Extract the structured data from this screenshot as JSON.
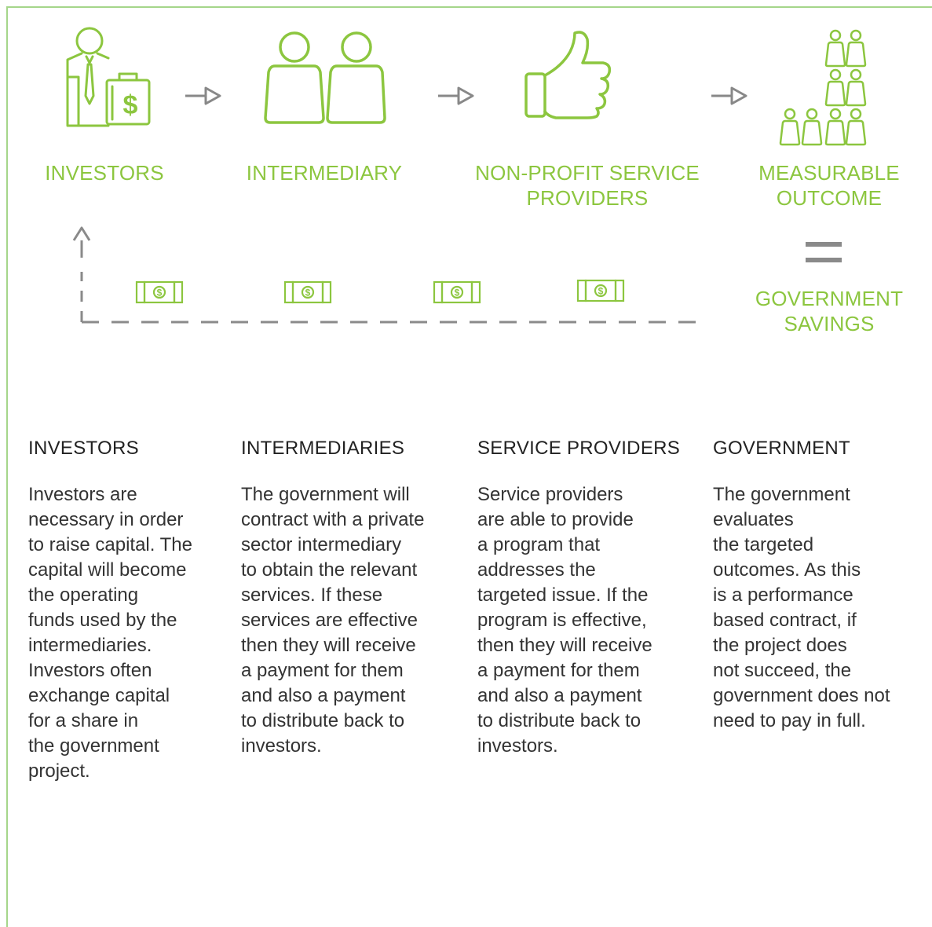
{
  "colors": {
    "accent_green": "#8cc63f",
    "frame_green": "#a5d68a",
    "arrow_gray": "#888888",
    "dash_gray": "#8a8a8a",
    "money_green": "#8cc63f"
  },
  "diagram": {
    "stages": [
      {
        "icon": "investor-icon",
        "label_lines": [
          "INVESTORS"
        ]
      },
      {
        "icon": "intermediary-people-icon",
        "label_lines": [
          "INTERMEDIARY"
        ]
      },
      {
        "icon": "thumbs-up-icon",
        "label_lines": [
          "NON-PROFIT SERVICE",
          "PROVIDERS"
        ]
      },
      {
        "icon": "people-group-icon",
        "label_lines": [
          "MEASURABLE",
          "OUTCOME"
        ]
      }
    ],
    "equals_icon": "equals-icon",
    "result_label_lines": [
      "GOVERNMENT",
      "SAVINGS"
    ],
    "money_icon": "money-bill-icon",
    "money_count": 4
  },
  "columns": [
    {
      "heading": "INVESTORS",
      "body_lines": [
        "Investors are",
        "necessary in order",
        "to raise capital. The",
        "capital will become",
        "the operating",
        "funds used by the",
        "intermediaries.",
        "Investors often",
        "exchange capital",
        "for a share in",
        "the government",
        "project."
      ]
    },
    {
      "heading": "INTERMEDIARIES",
      "body_lines": [
        "The government will",
        "contract with a private",
        "sector intermediary",
        "to obtain the relevant",
        "services. If these",
        "services are effective",
        "then they will receive",
        "a payment for them",
        "and also a payment",
        "to distribute back to",
        "investors."
      ]
    },
    {
      "heading": "SERVICE PROVIDERS",
      "body_lines": [
        "Service providers",
        "are able to provide",
        "a program that",
        "addresses the",
        "targeted issue. If the",
        "program is effective,",
        "then they will receive",
        "a payment for them",
        "and also a payment",
        "to distribute back to",
        "investors."
      ]
    },
    {
      "heading": "GOVERNMENT",
      "body_lines": [
        "The government",
        "evaluates",
        "the targeted",
        "outcomes. As this",
        "is a performance",
        "based contract, if",
        "the project does",
        "not succeed, the",
        "government does not",
        "need to pay in full."
      ]
    }
  ]
}
